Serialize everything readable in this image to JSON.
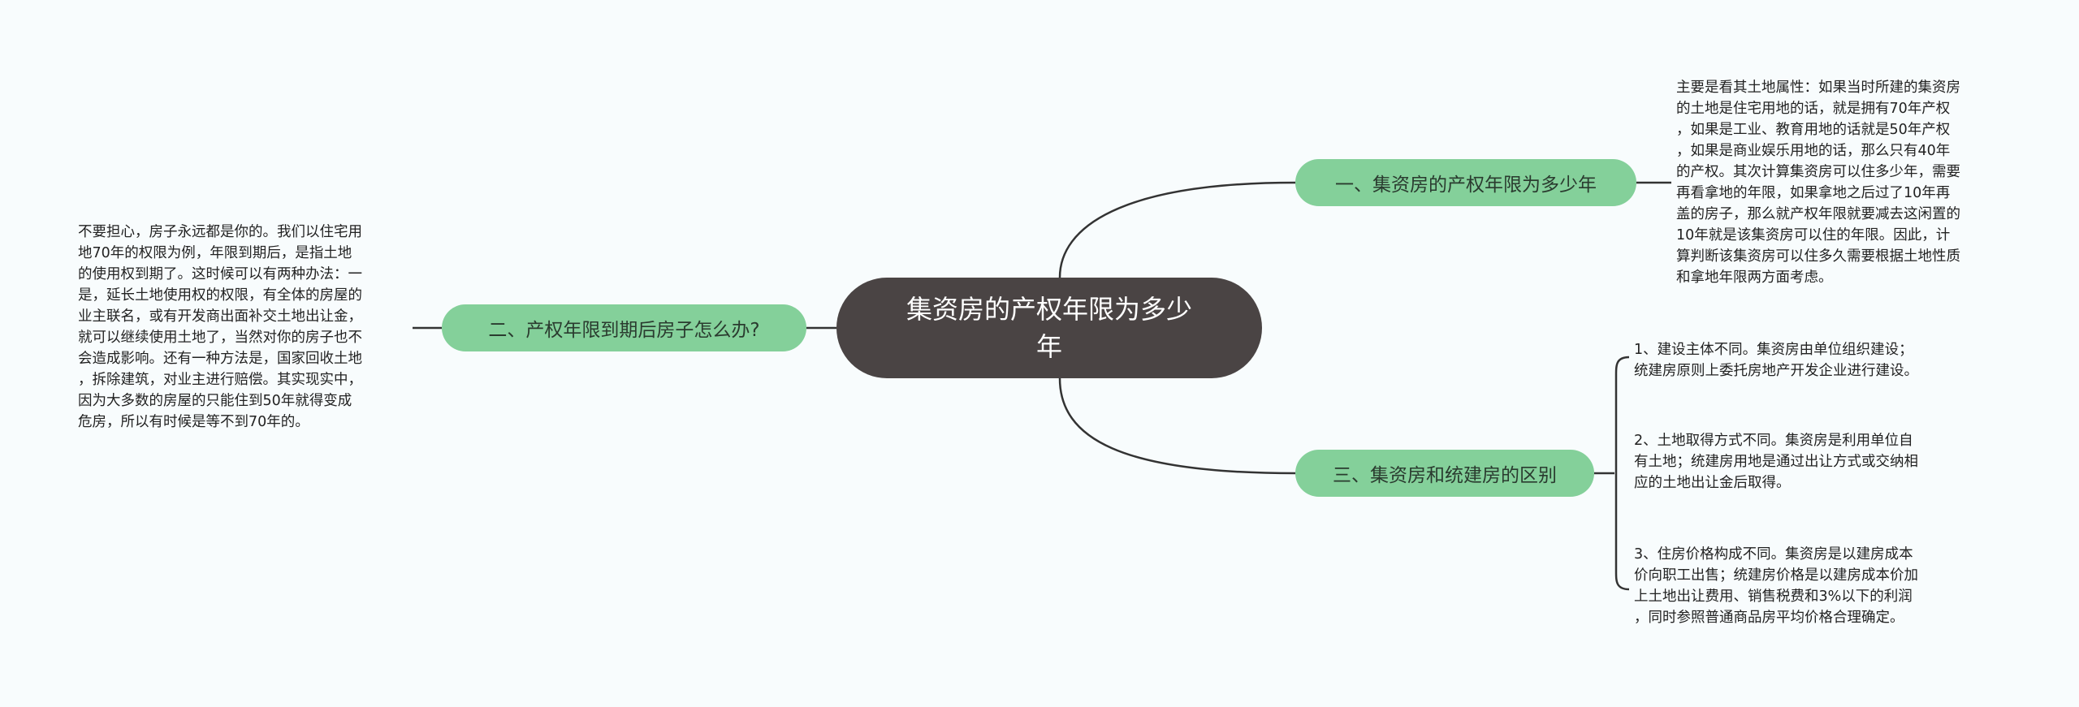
{
  "central": {
    "title_line1": "集资房的产权年限为多少",
    "title_line2": "年"
  },
  "branches": [
    {
      "label": "一、集资房的产权年限为多少年",
      "leaves": [
        {
          "lines": [
            "主要是看其土地属性：如果当时所建的集资房",
            "的土地是住宅用地的话，就是拥有70年产权",
            "，如果是工业、教育用地的话就是50年产权",
            "，如果是商业娱乐用地的话，那么只有40年",
            "的产权。其次计算集资房可以住多少年，需要",
            "再看拿地的年限，如果拿地之后过了10年再",
            "盖的房子，那么就产权年限就要减去这闲置的",
            "10年就是该集资房可以住的年限。因此，计",
            "算判断该集资房可以住多久需要根据土地性质",
            "和拿地年限两方面考虑。"
          ]
        }
      ]
    },
    {
      "label": "二、产权年限到期后房子怎么办?",
      "leaves": [
        {
          "lines": [
            "不要担心，房子永远都是你的。我们以住宅用",
            "地70年的权限为例，年限到期后，是指土地",
            "的使用权到期了。这时候可以有两种办法：一",
            "是，延长土地使用权的权限，有全体的房屋的",
            "业主联名，或有开发商出面补交土地出让金，",
            "就可以继续使用土地了，当然对你的房子也不",
            "会造成影响。还有一种方法是，国家回收土地",
            "，拆除建筑，对业主进行赔偿。其实现实中，",
            "因为大多数的房屋的只能住到50年就得变成",
            "危房，所以有时候是等不到70年的。"
          ]
        }
      ]
    },
    {
      "label": "三、集资房和统建房的区别",
      "leaves": [
        {
          "lines": [
            "1、建设主体不同。集资房由单位组织建设；",
            "统建房原则上委托房地产开发企业进行建设。"
          ]
        },
        {
          "lines": [
            "2、土地取得方式不同。集资房是利用单位自",
            "有土地；统建房用地是通过出让方式或交纳相",
            "应的土地出让金后取得。"
          ]
        },
        {
          "lines": [
            "3、住房价格构成不同。集资房是以建房成本",
            "价向职工出售；统建房价格是以建房成本价加",
            "上土地出让费用、销售税费和3%以下的利润",
            "，同时参照普通商品房平均价格合理确定。"
          ]
        }
      ]
    }
  ],
  "colors": {
    "background": "#f8fcfd",
    "central_fill": "#4a4444",
    "branch_fill": "#84d09a",
    "connector": "#333333"
  }
}
